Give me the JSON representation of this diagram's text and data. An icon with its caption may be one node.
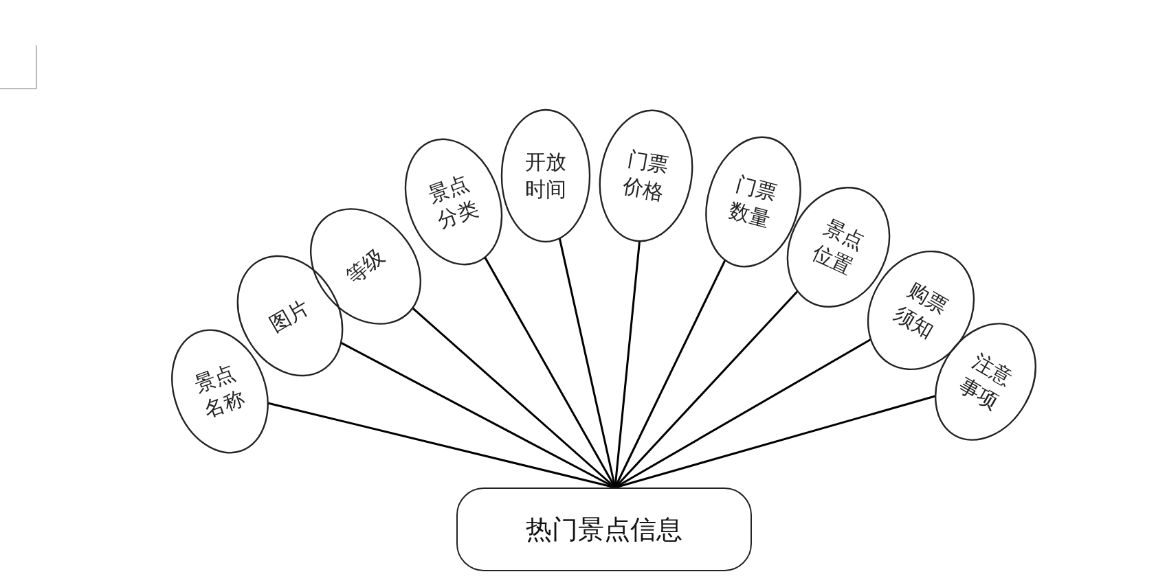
{
  "diagram": {
    "nodes": [
      {
        "text": [
          "景点名称"
        ]
      },
      {
        "text": [
          "图片"
        ]
      },
      {
        "text": [
          "等级"
        ]
      },
      {
        "text": [
          "景点分类"
        ]
      },
      {
        "text": [
          "开放时间"
        ]
      },
      {
        "text": [
          "门票价格"
        ]
      },
      {
        "text": [
          "门票数量"
        ]
      },
      {
        "text": [
          "景点位置"
        ]
      },
      {
        "text": [
          "购票须知"
        ]
      },
      {
        "text": [
          "注意事项"
        ]
      },
      {
        "text": [
          "热门景点信息"
        ]
      }
    ],
    "edges": [
      {
        "from": 10,
        "to": 0,
        "arrow": "none"
      },
      {
        "from": 10,
        "to": 1,
        "arrow": "none"
      },
      {
        "from": 10,
        "to": 2,
        "arrow": "none"
      },
      {
        "from": 10,
        "to": 3,
        "arrow": "none"
      },
      {
        "from": 10,
        "to": 4,
        "arrow": "none"
      },
      {
        "from": 10,
        "to": 5,
        "arrow": "none"
      },
      {
        "from": 10,
        "to": 6,
        "arrow": "none"
      },
      {
        "from": 10,
        "to": 7,
        "arrow": "none"
      },
      {
        "from": 10,
        "to": 8,
        "arrow": "none"
      },
      {
        "from": 10,
        "to": 9,
        "arrow": "none"
      }
    ]
  }
}
